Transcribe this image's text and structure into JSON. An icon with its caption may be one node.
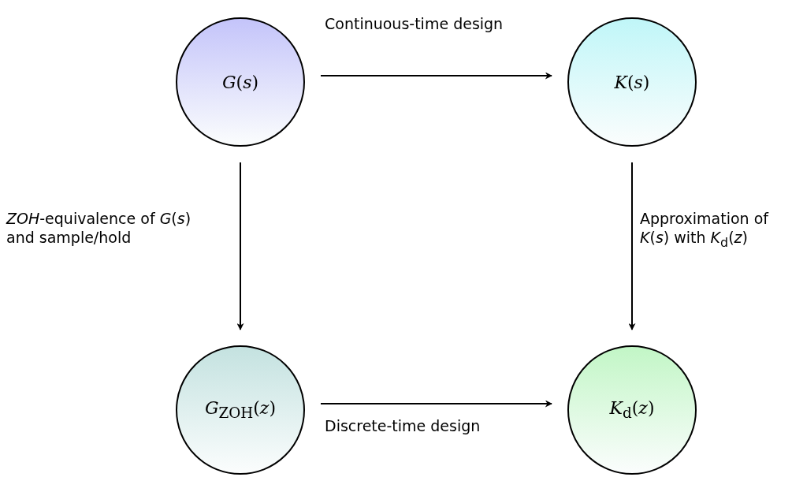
{
  "diagram": {
    "nodes": [
      {
        "text": [
          "*G*(*s*)"
        ]
      },
      {
        "text": [
          "*K*(*s*)"
        ]
      },
      {
        "text": [
          "*G*$_{ZOH}$(*z*)"
        ]
      },
      {
        "text": [
          "*K*$_{d}$(*z*)"
        ]
      }
    ],
    "edges": [
      {
        "from": 0,
        "to": 1,
        "arrow": "to",
        "label": "Continuous-time design"
      },
      {
        "from": 0,
        "to": 2,
        "arrow": "to",
        "label": "*ZOH*-equivalence of *G*(*s*) and sample/hold"
      },
      {
        "from": 1,
        "to": 3,
        "arrow": "to",
        "label": "Approximation of *K*(*s*) with *K*$_{d}$(*z*)"
      },
      {
        "from": 2,
        "to": 3,
        "arrow": "to",
        "label": "Discrete-time design"
      }
    ]
  }
}
